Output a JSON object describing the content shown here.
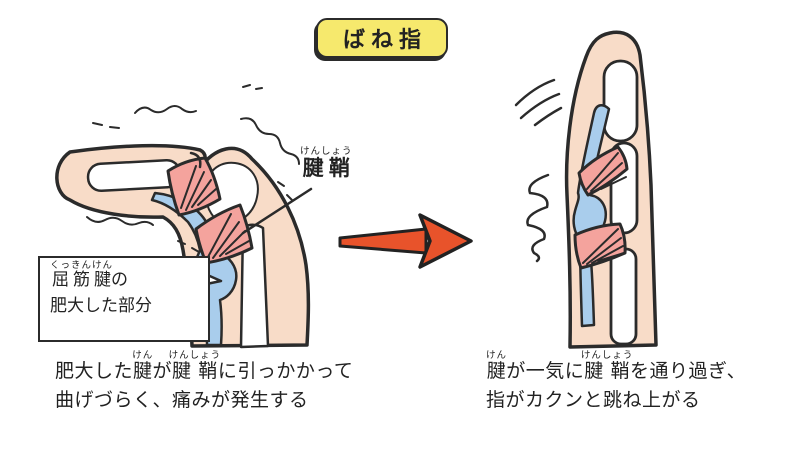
{
  "title": "ばね指",
  "palette": {
    "outline": "#2b2b2b",
    "skin": "#f8dcc8",
    "tendon_blue": "#a9cdec",
    "sheath_pink": "#f4a39d",
    "arrow_orange": "#e8532b",
    "title_yellow": "#f6e96d"
  },
  "left_figure": {
    "sheath_label": {
      "base": "腱鞘",
      "furigana": "けんしょう"
    },
    "callout": {
      "term": "屈筋腱",
      "term_furigana": "くっきんけん",
      "particle": "の",
      "line2": "肥大した部分"
    },
    "caption": {
      "line1": [
        {
          "t": "肥大した"
        },
        {
          "t": "腱",
          "r": "けん"
        },
        {
          "t": "が"
        },
        {
          "t": "腱鞘",
          "r": "けんしょう"
        },
        {
          "t": "に引っかかって"
        }
      ],
      "line2": "曲げづらく、痛みが発生する"
    }
  },
  "right_figure": {
    "caption": {
      "line1": [
        {
          "t": "腱",
          "r": "けん"
        },
        {
          "t": "が一気に"
        },
        {
          "t": "腱鞘",
          "r": "けんしょう"
        },
        {
          "t": "を通り過ぎ、"
        }
      ],
      "line2": "指がカクンと跳ね上がる"
    }
  }
}
